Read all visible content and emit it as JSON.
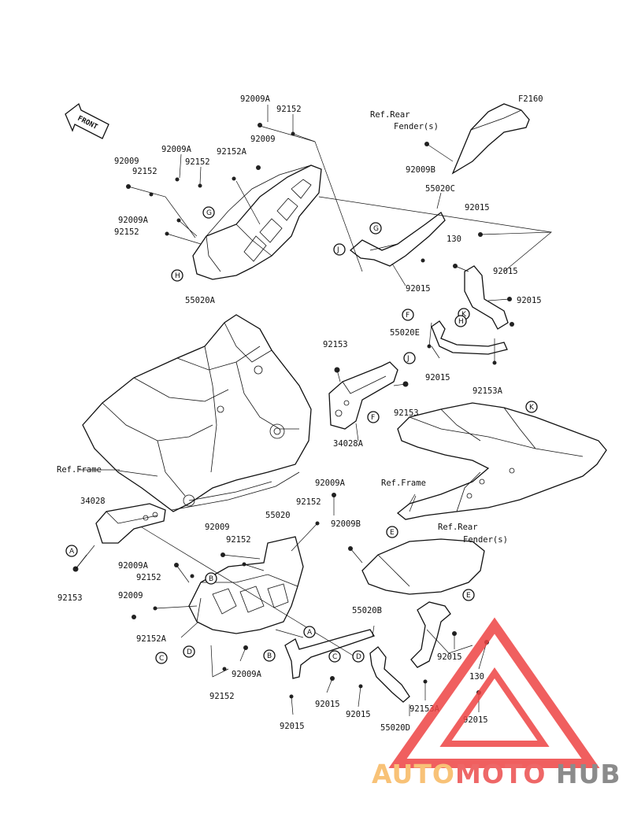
{
  "figure_code": "F2160",
  "front_arrow": "FRONT",
  "refs": {
    "rear_fender_top": [
      "Ref.Rear",
      "Fender(s)"
    ],
    "rear_fender_bottom": [
      "Ref.Rear",
      "Fender(s)"
    ],
    "frame_left": "Ref.Frame",
    "frame_right": "Ref.Frame"
  },
  "parts": {
    "p92009A_1": "92009A",
    "p92152_1": "92152",
    "p92009_1": "92009",
    "p92009A_2": "92009A",
    "p92152A_1": "92152A",
    "p92009_2": "92009",
    "p92152_2": "92152",
    "p92152_3": "92152",
    "p92009A_3": "92009A",
    "p92152_4": "92152",
    "p55020A": "55020A",
    "p92009B_1": "92009B",
    "p55020C": "55020C",
    "p92015_1": "92015",
    "p130_1": "130",
    "p92015_2": "92015",
    "p92015_3": "92015",
    "p92015_4": "92015",
    "p55020E": "55020E",
    "p92015_5": "92015",
    "p92153A_1": "92153A",
    "p92153_1": "92153",
    "p92153_2": "92153",
    "p34028A": "34028A",
    "p34028": "34028",
    "p92153_3": "92153",
    "p92009A_4": "92009A",
    "p92152_5": "92152",
    "p55020": "55020",
    "p92009B_2": "92009B",
    "p92009_3": "92009",
    "p92152_6": "92152",
    "p92009A_5": "92009A",
    "p92152_7": "92152",
    "p92009_4": "92009",
    "p92152A_2": "92152A",
    "p92009A_6": "92009A",
    "p92152_8": "92152",
    "p55020B": "55020B",
    "p92015_6": "92015",
    "p92015_7": "92015",
    "p92015_8": "92015",
    "p92153A_2": "92153A",
    "p55020D": "55020D",
    "p92015_9": "92015",
    "p130_2": "130",
    "p92015_10": "92015"
  },
  "callouts": [
    "A",
    "B",
    "C",
    "D",
    "E",
    "F",
    "G",
    "H",
    "J",
    "K"
  ],
  "watermark": {
    "brand_part1": "AUTO",
    "brand_part2": "MOTO",
    "brand_part3": "HUB",
    "colors": {
      "auto": "#f7b860",
      "moto": "#ec4d4d",
      "hub": "#777777",
      "triangle": "#ee4444"
    }
  }
}
